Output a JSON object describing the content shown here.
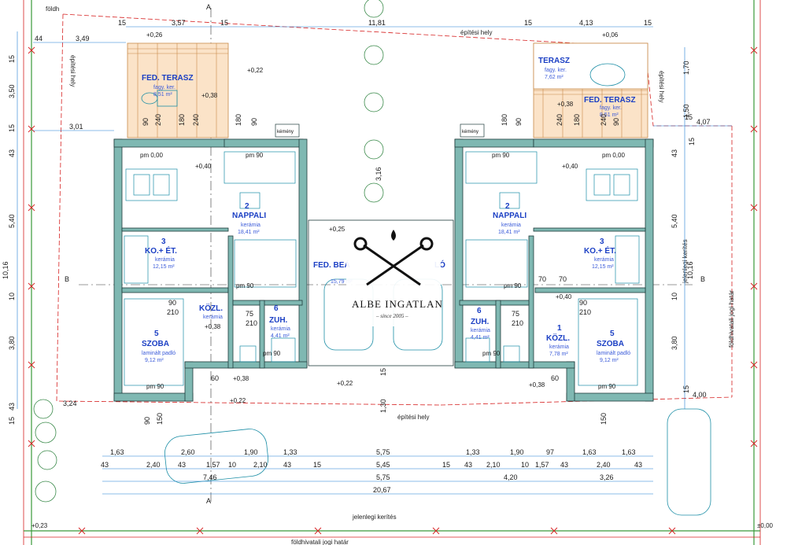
{
  "labels": {
    "foldh_top": "földh",
    "epitesihely_top": "építési hely",
    "epitesihely_left": "építési hely",
    "epitesihely_right": "építési hely",
    "epitesihely_bottom": "építési hely",
    "jelenlegi_kerites_right": "jelenlegi kerítés",
    "foldhivatali_right": "földhivatali jogi határ",
    "jelenlegi_kerites_bottom": "jelenlegi kerítés",
    "foldhivatali_bottom": "földhivatali jogi határ",
    "section_a_top": "A",
    "section_a_bottom": "A",
    "section_b_left": "B",
    "section_b_right": "B",
    "kemeny": "kémény"
  },
  "rooms": {
    "left": {
      "terrace_name": "FED. TERASZ",
      "terrace_sub": "fagy. ker.",
      "terrace_area": "8,51 m²",
      "nappali_num": "2",
      "nappali_name": "NAPPALI",
      "nappali_mat": "kerámia",
      "nappali_area": "18,41 m²",
      "konyha_num": "3",
      "konyha_name": "KO.+ ÉT.",
      "konyha_mat": "kerámia",
      "konyha_area": "12,15 m²",
      "kozl_name": "KÖZL.",
      "kozl_mat": "kerámia",
      "zuh_num": "6",
      "zuh_name": "ZUH.",
      "zuh_mat": "kerámia",
      "zuh_area": "4,41 m²",
      "szoba_num": "5",
      "szoba_name": "SZOBA",
      "szoba_mat": "laminált padló",
      "szoba_area": "9,12 m²"
    },
    "right": {
      "terasz_name": "TERASZ",
      "terasz_sub": "fagy. ker.",
      "terasz_area": "7,62 m²",
      "fed_terasz_name": "FED. TERASZ",
      "fed_terasz_sub": "fagy. ker.",
      "fed_terasz_area": "8,51 m²",
      "nappali_num": "2",
      "nappali_name": "NAPPALI",
      "nappali_mat": "kerámia",
      "nappali_area": "18,41 m²",
      "konyha_num": "3",
      "konyha_name": "KO.+ ÉT.",
      "konyha_mat": "kerámia",
      "konyha_area": "12,15 m²",
      "zuh_num": "6",
      "zuh_name": "ZUH.",
      "zuh_mat": "kerámia",
      "zuh_area": "4,41 m²",
      "kozl_num": "1",
      "kozl_name": "KÖZL.",
      "kozl_mat": "kerámia",
      "kozl_area": "7,78 m²",
      "szoba_num": "5",
      "szoba_name": "SZOBA",
      "szoba_mat": "laminált padló",
      "szoba_area": "9,12 m²"
    },
    "middle": {
      "fed_beallo_name": "FED. BEÁ",
      "fed_beallo_area": "15,79 m²",
      "lo_fragment": "LÓ"
    }
  },
  "levels": {
    "l_026": "+0,26",
    "l_022": "+0,22",
    "l_038a": "+0,38",
    "l_040a": "+0,40",
    "l_025": "+0,25",
    "l_006": "+0,06",
    "l_038b": "+0,38",
    "l_040b": "+0,40",
    "l_040c": "+0,40",
    "l_038c": "+0,38",
    "l_022b": "+0,22",
    "l_022c": "+0,22",
    "l_038d": "+0,38",
    "l_038e": "+0,38",
    "l_023": "+0,23",
    "l_000": "±0,00",
    "pm_000_l": "pm 0,00",
    "pm_90_l": "pm 90",
    "pm_000_r": "pm 0,00",
    "pm_90_r": "pm 90",
    "pm_90_lb": "pm 90",
    "pm_90_lb2": "pm 90",
    "pm_90_rb": "pm 90",
    "pm_90_rb2": "pm 90",
    "pm_90_lk": "pm 90",
    "pm_90_rk": "pm 90"
  },
  "dims_top": {
    "d15a": "15",
    "d357": "3,57",
    "d15b": "15",
    "d1181": "11,81",
    "d15c": "15",
    "d413": "4,13",
    "d15d": "15",
    "d349": "3,49",
    "d301": "3,01",
    "d407": "4,07",
    "d044": "44",
    "d15e": "15"
  },
  "dims_left": {
    "v15a": "15",
    "v350": "3,50",
    "v15b": "15",
    "v43a": "43",
    "v540": "5,40",
    "v1016": "10,16",
    "v10": "10",
    "v380": "3,80",
    "v43b": "43",
    "v15c": "15"
  },
  "dims_right": {
    "v170": "1,70",
    "v150": "1,50",
    "v15a": "15",
    "v43": "43",
    "v540": "5,40",
    "v1016": "10,16",
    "v10": "10",
    "v380": "3,80",
    "v15b": "15",
    "v400": "4,00"
  },
  "dims_bottom": {
    "r1": [
      "1,63",
      "2,60",
      "1,90",
      "1,33",
      "5,75",
      "1,33",
      "1,90",
      "97",
      "1,63",
      "1,63"
    ],
    "r2": [
      "43",
      "2,40",
      "43",
      "1,57",
      "10",
      "2,10",
      "43",
      "15",
      "5,45",
      "15",
      "43",
      "2,10",
      "10",
      "1,57",
      "43",
      "2,40",
      "43"
    ],
    "r3a": "7,46",
    "r3b": "5,75",
    "r3c": "4,20",
    "r3d": "3,26",
    "r4": "20,67",
    "d324": "3,24",
    "d130": "1,30",
    "d15": "15"
  },
  "inner_dims": {
    "d90": "90",
    "d240": "240",
    "d180": "180",
    "d210": "210",
    "d60": "60",
    "d75": "75",
    "d150": "150",
    "d70": "70",
    "d316": "3,16"
  },
  "logo": {
    "brand": "ALBE INGATLAN",
    "since": "– since 2005 –"
  },
  "colors": {
    "wall_fill": "#7fb8b2",
    "wall_stroke": "#1e3a3a",
    "dim_line": "#1e7fd6",
    "site_line": "#d62020",
    "fence": "#3a9a3a",
    "room_text": "#1b3fc4",
    "terrace_fill": "#f4c89a",
    "plan_line": "#1c8ea6"
  }
}
